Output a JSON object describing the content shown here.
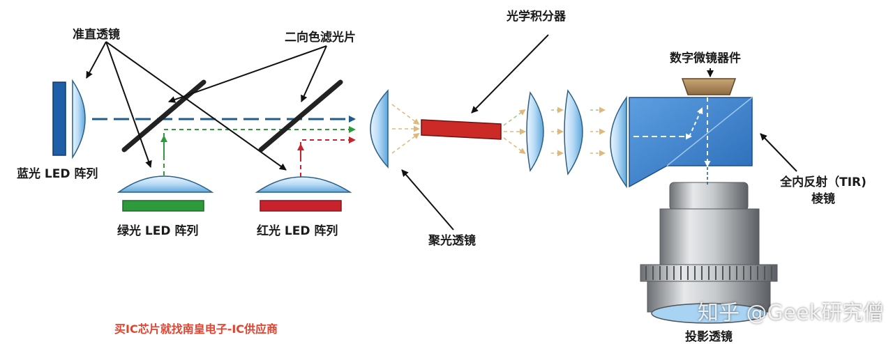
{
  "labels": {
    "collimating_lens": "准直透镜",
    "dichroic_filter": "二向色滤光片",
    "light_integrator": "光学积分器",
    "dmd": "数字微镜器件",
    "blue_led": "蓝光 LED 阵列",
    "green_led": "绿光 LED 阵列",
    "red_led": "红光 LED 阵列",
    "condenser_lens": "聚光透镜",
    "tir_prism_line1": "全内反射（TIR)",
    "tir_prism_line2": "棱镜",
    "projection_lens": "投影透镜"
  },
  "watermark": "知乎 @Geek研究僧",
  "footer": "买IC芯片就找南皇电子-IC供应商",
  "colors": {
    "blue_led": "#1f5fa8",
    "green_led": "#2e9a3b",
    "red_led": "#c8232c",
    "integrator": "#cc2a26",
    "prism": "#3a7fd0",
    "dmd": "#a9855a",
    "footer": "#e2432f"
  }
}
